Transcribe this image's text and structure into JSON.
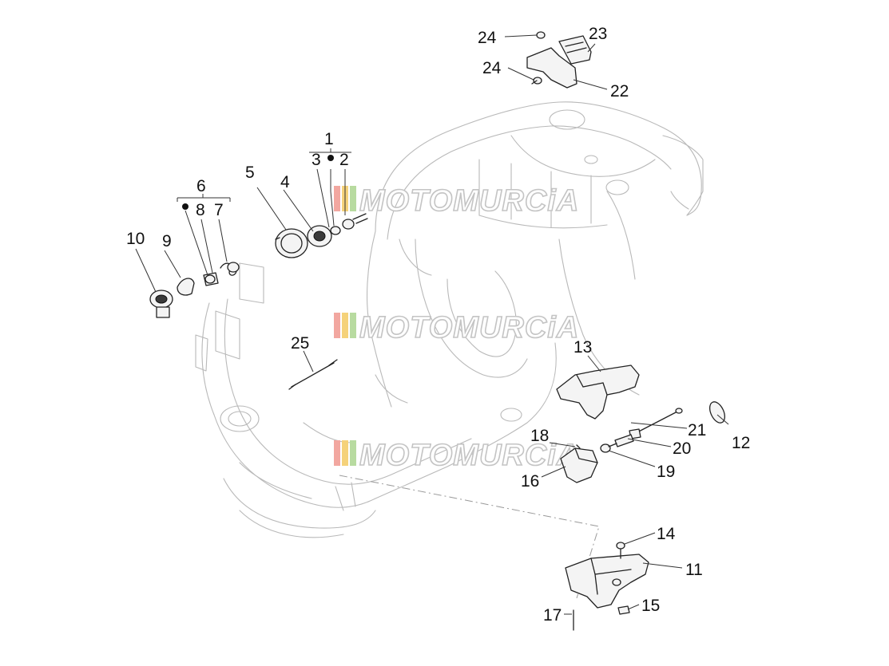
{
  "watermark": {
    "text": "MOTOMURCiA",
    "stripe_colors": [
      "#f2a7a0",
      "#f5d27a",
      "#b8dba0"
    ]
  },
  "callouts": {
    "c1": "1",
    "c2": "2",
    "c3": "3",
    "c4": "4",
    "c5": "5",
    "c6": "6",
    "c7": "7",
    "c8": "8",
    "c9": "9",
    "c10": "10",
    "c11": "11",
    "c12": "12",
    "c13": "13",
    "c14": "14",
    "c15": "15",
    "c16": "16",
    "c17": "17",
    "c18": "18",
    "c19": "19",
    "c20": "20",
    "c21": "21",
    "c22": "22",
    "c23": "23",
    "c24a": "24",
    "c24b": "24",
    "c25": "25"
  }
}
